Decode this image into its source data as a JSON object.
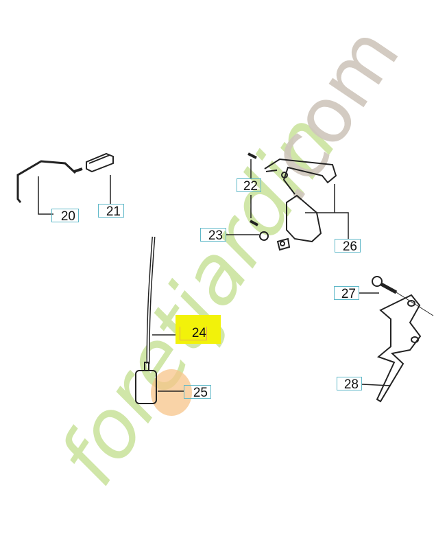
{
  "diagram": {
    "type": "exploded parts diagram",
    "parts": [
      {
        "id": "20",
        "label": "20"
      },
      {
        "id": "21",
        "label": "21"
      },
      {
        "id": "22",
        "label": "22"
      },
      {
        "id": "23",
        "label": "23"
      },
      {
        "id": "24",
        "label": "24",
        "highlighted": true
      },
      {
        "id": "25",
        "label": "25"
      },
      {
        "id": "26",
        "label": "26"
      },
      {
        "id": "27",
        "label": "27"
      },
      {
        "id": "28",
        "label": "28"
      }
    ],
    "highlight_color": "#f2f20a",
    "label_border_color": "#5fb8c8"
  },
  "watermark": {
    "text_main": "foretjardin",
    "text_suffix": ".com",
    "color_main": "#c8e29a",
    "color_accent": "#f7c48a",
    "color_suffix": "#cfc6bc"
  }
}
